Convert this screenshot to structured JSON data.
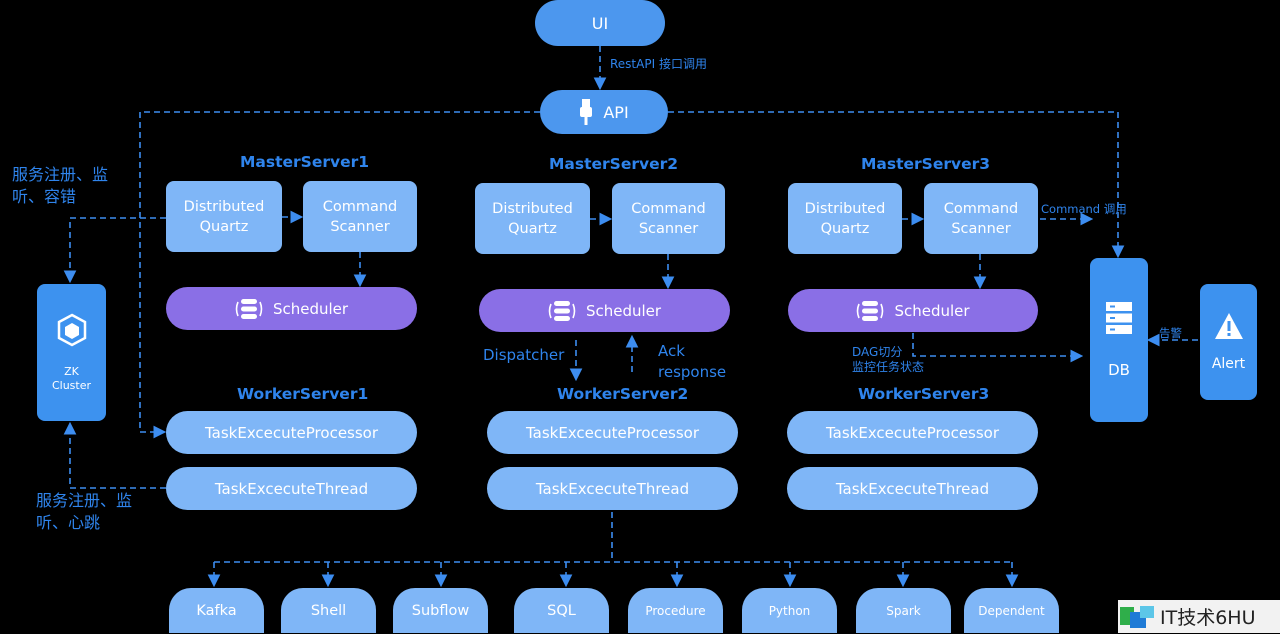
{
  "top": {
    "ui": "UI",
    "rest_label": "RestAPI 接口调用",
    "api": "API"
  },
  "notes": {
    "left_top_line1": "服务注册、监",
    "left_top_line2": "听、容错",
    "left_bottom_line1": "服务注册、监",
    "left_bottom_line2": "听、心跳",
    "command_call": "Command 调用",
    "alarm": "告警",
    "dispatcher": "Dispatcher",
    "ack_line1": "Ack",
    "ack_line2": "response",
    "dag_line1": "DAG切分",
    "dag_line2": "监控任务状态"
  },
  "zk": {
    "line1": "ZK",
    "line2": "Cluster"
  },
  "db": {
    "label": "DB"
  },
  "alert": {
    "label": "Alert"
  },
  "masters": [
    {
      "title": "MasterServer1",
      "quartz_l1": "Distributed",
      "quartz_l2": "Quartz",
      "scanner_l1": "Command",
      "scanner_l2": "Scanner",
      "scheduler": "Scheduler"
    },
    {
      "title": "MasterServer2",
      "quartz_l1": "Distributed",
      "quartz_l2": "Quartz",
      "scanner_l1": "Command",
      "scanner_l2": "Scanner",
      "scheduler": "Scheduler"
    },
    {
      "title": "MasterServer3",
      "quartz_l1": "Distributed",
      "quartz_l2": "Quartz",
      "scanner_l1": "Command",
      "scanner_l2": "Scanner",
      "scheduler": "Scheduler"
    }
  ],
  "workers": [
    {
      "title": "WorkerServer1",
      "processor": "TaskExcecuteProcessor",
      "thread": "TaskExcecuteThread"
    },
    {
      "title": "WorkerServer2",
      "processor": "TaskExcecuteProcessor",
      "thread": "TaskExcecuteThread"
    },
    {
      "title": "WorkerServer3",
      "processor": "TaskExcecuteProcessor",
      "thread": "TaskExcecuteThread"
    }
  ],
  "task_types": [
    "Kafka",
    "Shell",
    "Subflow",
    "SQL",
    "Procedure",
    "Python",
    "Spark",
    "Dependent"
  ],
  "watermark": "IT技术6HU",
  "colors": {
    "light_blue": "#7fb6f7",
    "blue": "#4c97ee",
    "purple": "#8a6fe6",
    "title_blue": "#2f84ec",
    "line": "#3d8df0"
  }
}
